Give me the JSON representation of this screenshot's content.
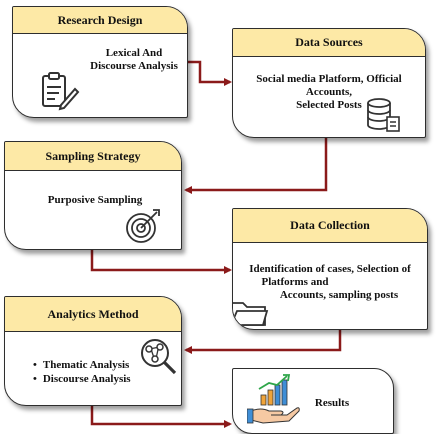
{
  "boxes": {
    "research_design": {
      "title": "Research Design",
      "lines": [
        "Lexical And",
        "Discourse Analysis"
      ]
    },
    "data_sources": {
      "title": "Data Sources",
      "lines": [
        "Social media Platform, Official",
        "Accounts,",
        "Selected Posts"
      ]
    },
    "sampling_strategy": {
      "title": "Sampling Strategy",
      "lines": [
        "Purposive Sampling"
      ]
    },
    "data_collection": {
      "title": "Data Collection",
      "lines": [
        "Identification of cases, Selection of",
        "Platforms and",
        "Accounts, sampling posts"
      ]
    },
    "analytics_method": {
      "title": "Analytics Method",
      "items": [
        "Thematic Analysis",
        "Discourse Analysis"
      ]
    },
    "results": {
      "title": "Results"
    }
  },
  "colors": {
    "header_fill": "#fde9a6",
    "arrow": "#8b1a1a",
    "border": "#2e2e2e"
  },
  "icons": [
    "clipboard-pen-icon",
    "database-icon",
    "target-icon",
    "folder-icon",
    "magnifier-network-icon",
    "hand-growth-chart-icon"
  ]
}
